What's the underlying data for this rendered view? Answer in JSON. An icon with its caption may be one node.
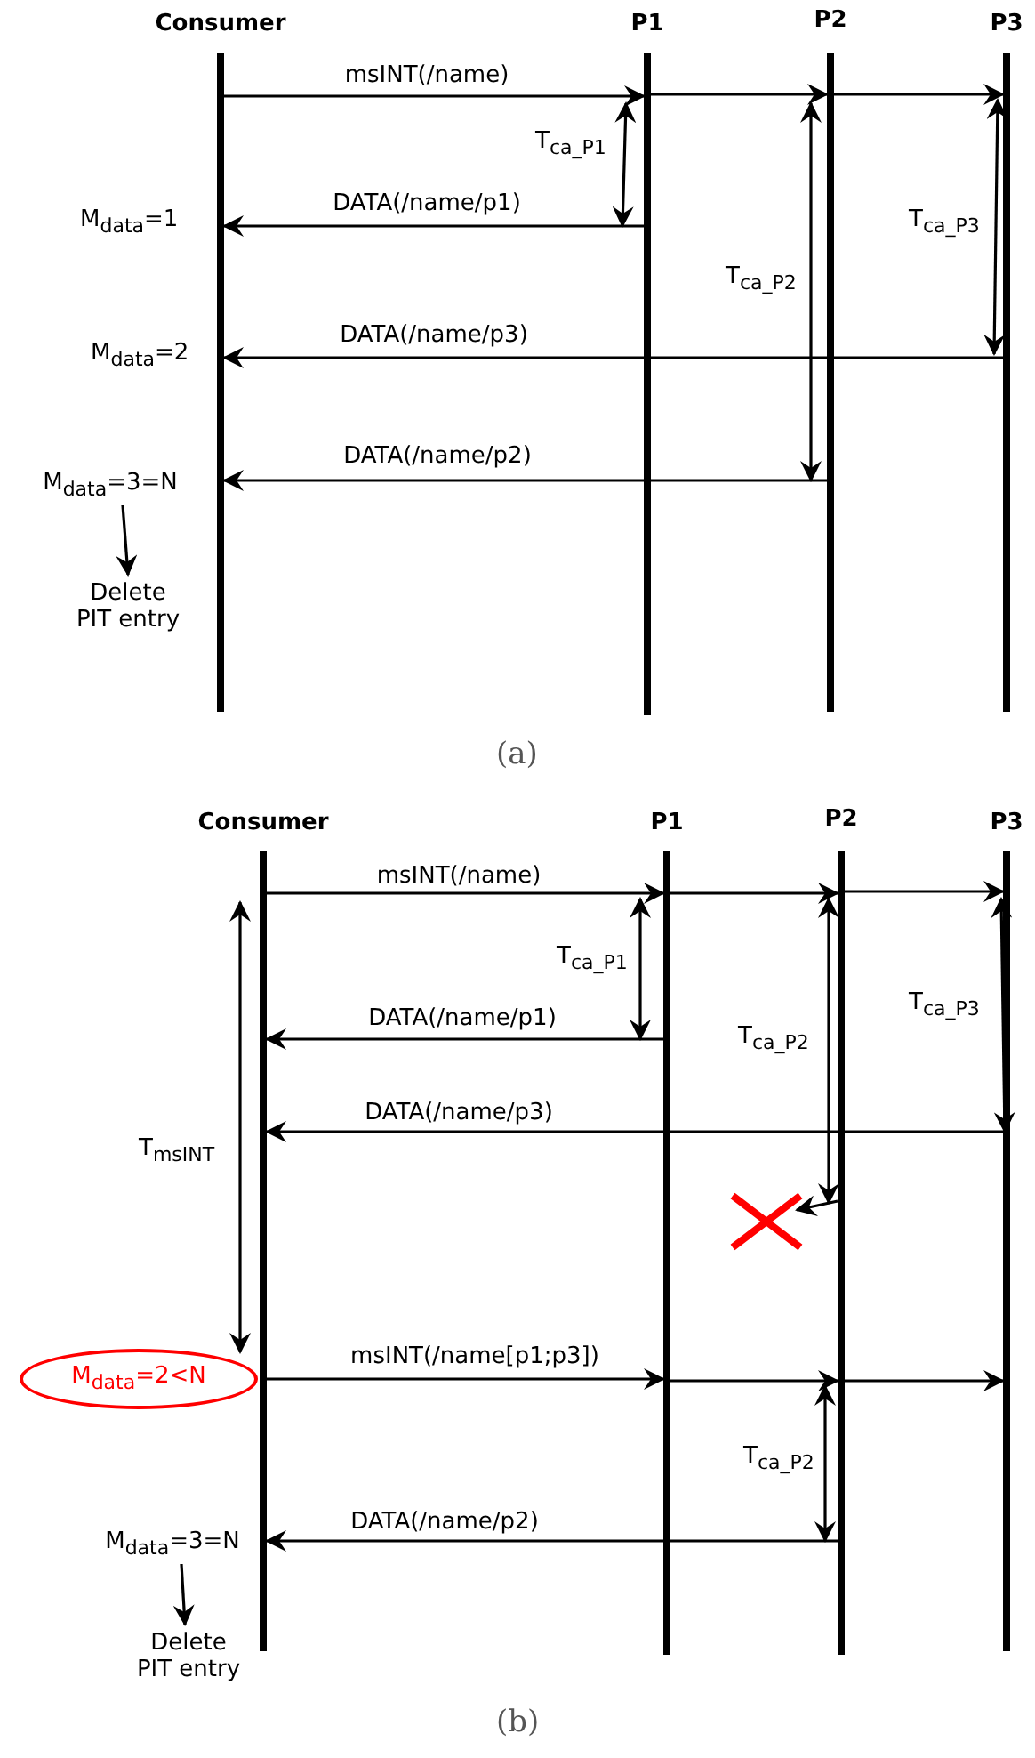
{
  "diagram": {
    "nodes": [
      {
        "text": [
          "Consumer"
        ]
      },
      {
        "text": [
          "P1"
        ]
      },
      {
        "text": [
          "P2"
        ]
      },
      {
        "text": [
          "P3"
        ]
      },
      {
        "text": [
          "M$_{data}$=3=N"
        ]
      },
      {
        "text": [
          "Delete PIT entry"
        ]
      },
      {
        "text": [
          "Consumer"
        ]
      },
      {
        "text": [
          "P1"
        ]
      },
      {
        "text": [
          "P2"
        ]
      },
      {
        "text": [
          "P3"
        ]
      },
      {
        "text": [],
        "shape": "cross"
      },
      {
        "text": [
          "M$_{data}$=2<N"
        ]
      },
      {
        "text": [
          "M$_{data}$=3=N"
        ]
      },
      {
        "text": [
          "Delete PIT entry"
        ]
      }
    ],
    "edges": [
      {
        "from": 0,
        "to": 1,
        "arrow": "to",
        "label": "msINT(/name)"
      },
      {
        "from": 1,
        "to": 2,
        "arrow": "to"
      },
      {
        "from": 2,
        "to": 3,
        "arrow": "to"
      },
      {
        "from": 1,
        "to": 0,
        "arrow": "to",
        "label": "DATA(/name/p1)"
      },
      {
        "from": 3,
        "to": 0,
        "arrow": "to",
        "label": "DATA(/name/p3)"
      },
      {
        "from": 2,
        "to": 0,
        "arrow": "to",
        "label": "DATA(/name/p2)"
      },
      {
        "from": 4,
        "to": 5,
        "arrow": "to"
      },
      {
        "from": 6,
        "to": 7,
        "arrow": "to",
        "label": "msINT(/name)"
      },
      {
        "from": 7,
        "to": 8,
        "arrow": "to"
      },
      {
        "from": 8,
        "to": 9,
        "arrow": "to"
      },
      {
        "from": 7,
        "to": 6,
        "arrow": "to",
        "label": "DATA(/name/p1)"
      },
      {
        "from": 9,
        "to": 6,
        "arrow": "to",
        "label": "DATA(/name/p3)"
      },
      {
        "from": 8,
        "to": 10,
        "arrow": "to"
      },
      {
        "from": 6,
        "to": 7,
        "arrow": "to",
        "label": "msINT(/name[p1;p3])"
      },
      {
        "from": 7,
        "to": 8,
        "arrow": "to"
      },
      {
        "from": 8,
        "to": 9,
        "arrow": "to"
      },
      {
        "from": 8,
        "to": 6,
        "arrow": "to",
        "label": "DATA(/name/p2)"
      },
      {
        "from": 12,
        "to": 13,
        "arrow": "to"
      }
    ],
    "labels": [
      "T$_{ca_P1}$",
      "M$_{data}$=1",
      "T$_{ca_P3}$",
      "T$_{ca_P2}$",
      "M$_{data}$=2",
      "(a)",
      "T$_{ca_P1}$",
      "T$_{ca_P3}$",
      "T$_{ca_P2}$",
      "T$_{msINT}$",
      "T$_{ca_P2}$",
      "(b)"
    ]
  }
}
